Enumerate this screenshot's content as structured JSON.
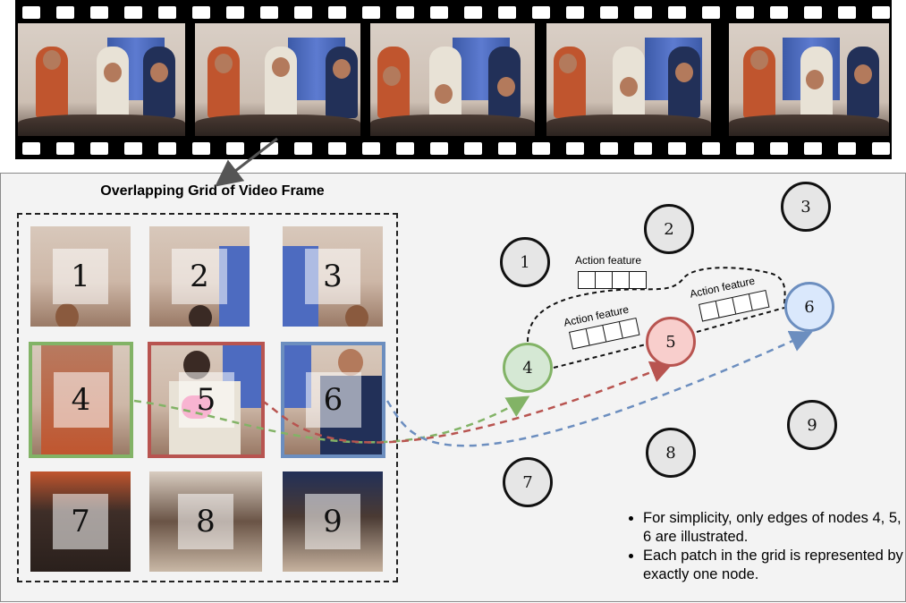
{
  "grid": {
    "title": "Overlapping Grid of Video Frame",
    "patches": [
      "1",
      "2",
      "3",
      "4",
      "5",
      "6",
      "7",
      "8",
      "9"
    ]
  },
  "graph": {
    "nodes": [
      "1",
      "2",
      "3",
      "4",
      "5",
      "6",
      "7",
      "8",
      "9"
    ],
    "action_feature_label": "Action feature",
    "colors": {
      "node4": "#82b366",
      "node5": "#b85450",
      "node6": "#6c8ebf",
      "node4_fill": "#d5e8d4",
      "node5_fill": "#f8cecc",
      "node6_fill": "#dae8fc",
      "node_fill": "#e6e6e6"
    }
  },
  "notes": [
    "For simplicity, only edges of nodes 4, 5, 6 are illustrated.",
    "Each patch in the grid is represented by exactly one node."
  ]
}
